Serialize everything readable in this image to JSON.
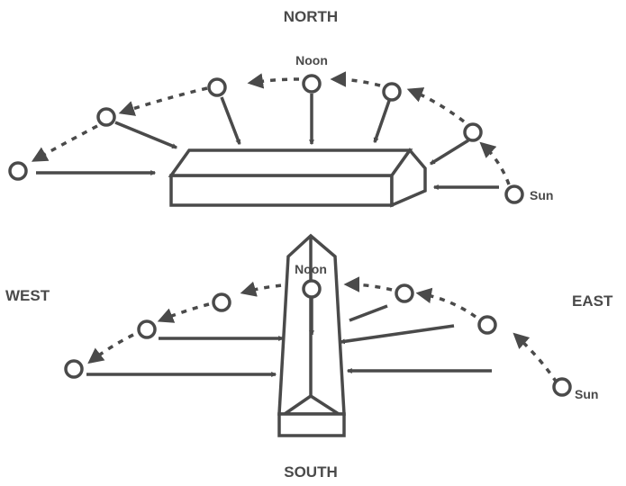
{
  "compass": {
    "north": "NORTH",
    "south": "SOUTH",
    "east": "EAST",
    "west": "WEST"
  },
  "top_diagram": {
    "noon_label": "Noon",
    "sun_label": "Sun"
  },
  "bottom_diagram": {
    "noon_label": "Noon",
    "sun_label": "Sun"
  },
  "colors": {
    "ink": "#4a4a4a",
    "background": "#ffffff"
  }
}
